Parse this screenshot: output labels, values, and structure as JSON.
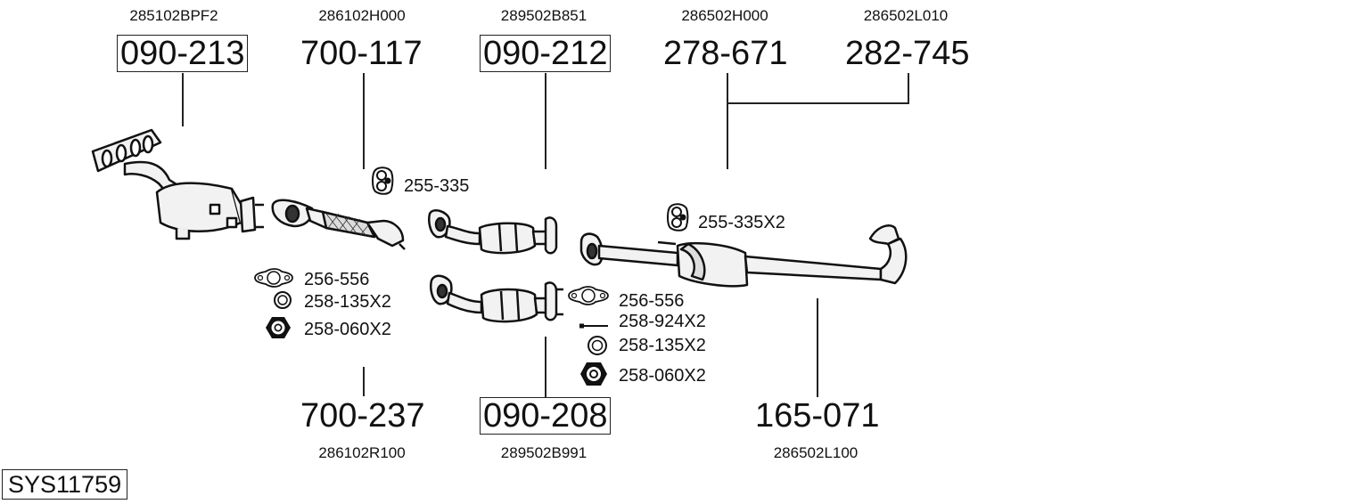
{
  "diagram": {
    "system_id": "SYS11759",
    "top_parts": [
      {
        "oe": "285102BPF2",
        "part": "090-213",
        "boxed": true
      },
      {
        "oe": "286102H000",
        "part": "700-117",
        "boxed": false
      },
      {
        "oe": "289502B851",
        "part": "090-212",
        "boxed": true
      },
      {
        "oe": "286502H000",
        "part": "278-671",
        "boxed": false
      },
      {
        "oe": "286502L010",
        "part": "282-745",
        "boxed": false
      }
    ],
    "bottom_parts": [
      {
        "oe": "286102R100",
        "part": "700-237",
        "boxed": false
      },
      {
        "oe": "289502B991",
        "part": "090-208",
        "boxed": true
      },
      {
        "oe": "286502L100",
        "part": "165-071",
        "boxed": false
      }
    ],
    "accessories": {
      "hanger_1": {
        "label": "255-335",
        "icon": "rubber-hanger-icon"
      },
      "hanger_2": {
        "label": "255-335X2",
        "icon": "rubber-hanger-icon"
      },
      "group_left": [
        {
          "label": "256-556",
          "icon": "gasket-icon"
        },
        {
          "label": "258-135X2",
          "icon": "washer-icon"
        },
        {
          "label": "258-060X2",
          "icon": "hex-nut-icon"
        }
      ],
      "group_right": [
        {
          "label": "256-556",
          "icon": "gasket-icon"
        },
        {
          "label": "258-924X2",
          "icon": "bolt-icon"
        },
        {
          "label": "258-135X2",
          "icon": "washer-icon"
        },
        {
          "label": "258-060X2",
          "icon": "hex-nut-icon"
        }
      ]
    },
    "colors": {
      "line": "#222222",
      "part_fill": "#f2f2f2",
      "background": "#ffffff"
    }
  }
}
